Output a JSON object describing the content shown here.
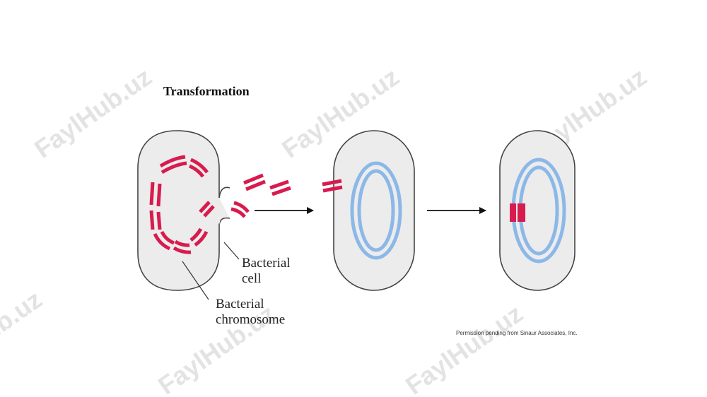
{
  "title": "Transformation",
  "labels": {
    "cell": [
      "Bacterial",
      "cell"
    ],
    "chromosome": [
      "Bacterial",
      "chromosome"
    ]
  },
  "credit": "Permission pending from Sinaur Associates, Inc.",
  "watermark": "FaylHub.uz",
  "colors": {
    "dna_fragment": "#d81b4e",
    "chromosome_loop": "#8cb8e8",
    "cell_fill": "#ececec",
    "cell_outline": "#444444"
  }
}
